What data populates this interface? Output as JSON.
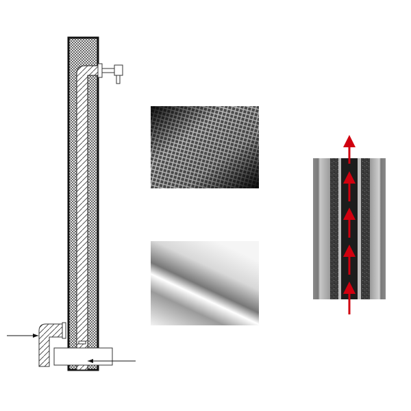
{
  "colors": {
    "background": "#ffffff",
    "line": "#1a1a1a",
    "arrow": "#d0000f",
    "core": "#1c1c1c",
    "tube_gray": "#a8a8a8"
  },
  "figures": [
    {
      "id": "section-drawing",
      "kind": "technical cross-section"
    },
    {
      "id": "braided-photo",
      "kind": "photo"
    },
    {
      "id": "polished-tube-photo",
      "kind": "photo"
    },
    {
      "id": "flow-diagram",
      "kind": "layered tube with upward flow arrows",
      "arrow_count": 5
    }
  ]
}
